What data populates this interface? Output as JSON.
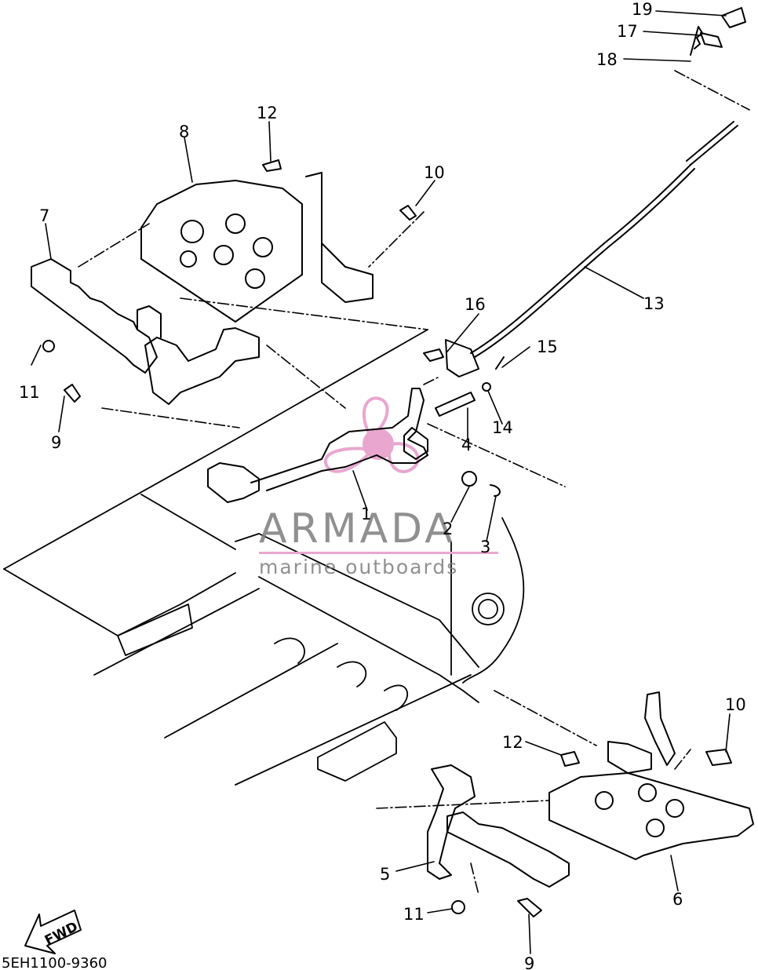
{
  "diagram": {
    "part_code": "5EH1100-9360",
    "fwd_label": "FWD",
    "watermark": {
      "brand": "ARMADA",
      "tagline": "marine outboards",
      "accent_color": "#e9a6cf",
      "text_color": "#7d7d7d"
    },
    "callouts": [
      "1",
      "2",
      "3",
      "4",
      "5",
      "6",
      "7",
      "8",
      "9",
      "9",
      "10",
      "10",
      "11",
      "11",
      "12",
      "12",
      "13",
      "14",
      "15",
      "16",
      "17",
      "18",
      "19"
    ]
  }
}
